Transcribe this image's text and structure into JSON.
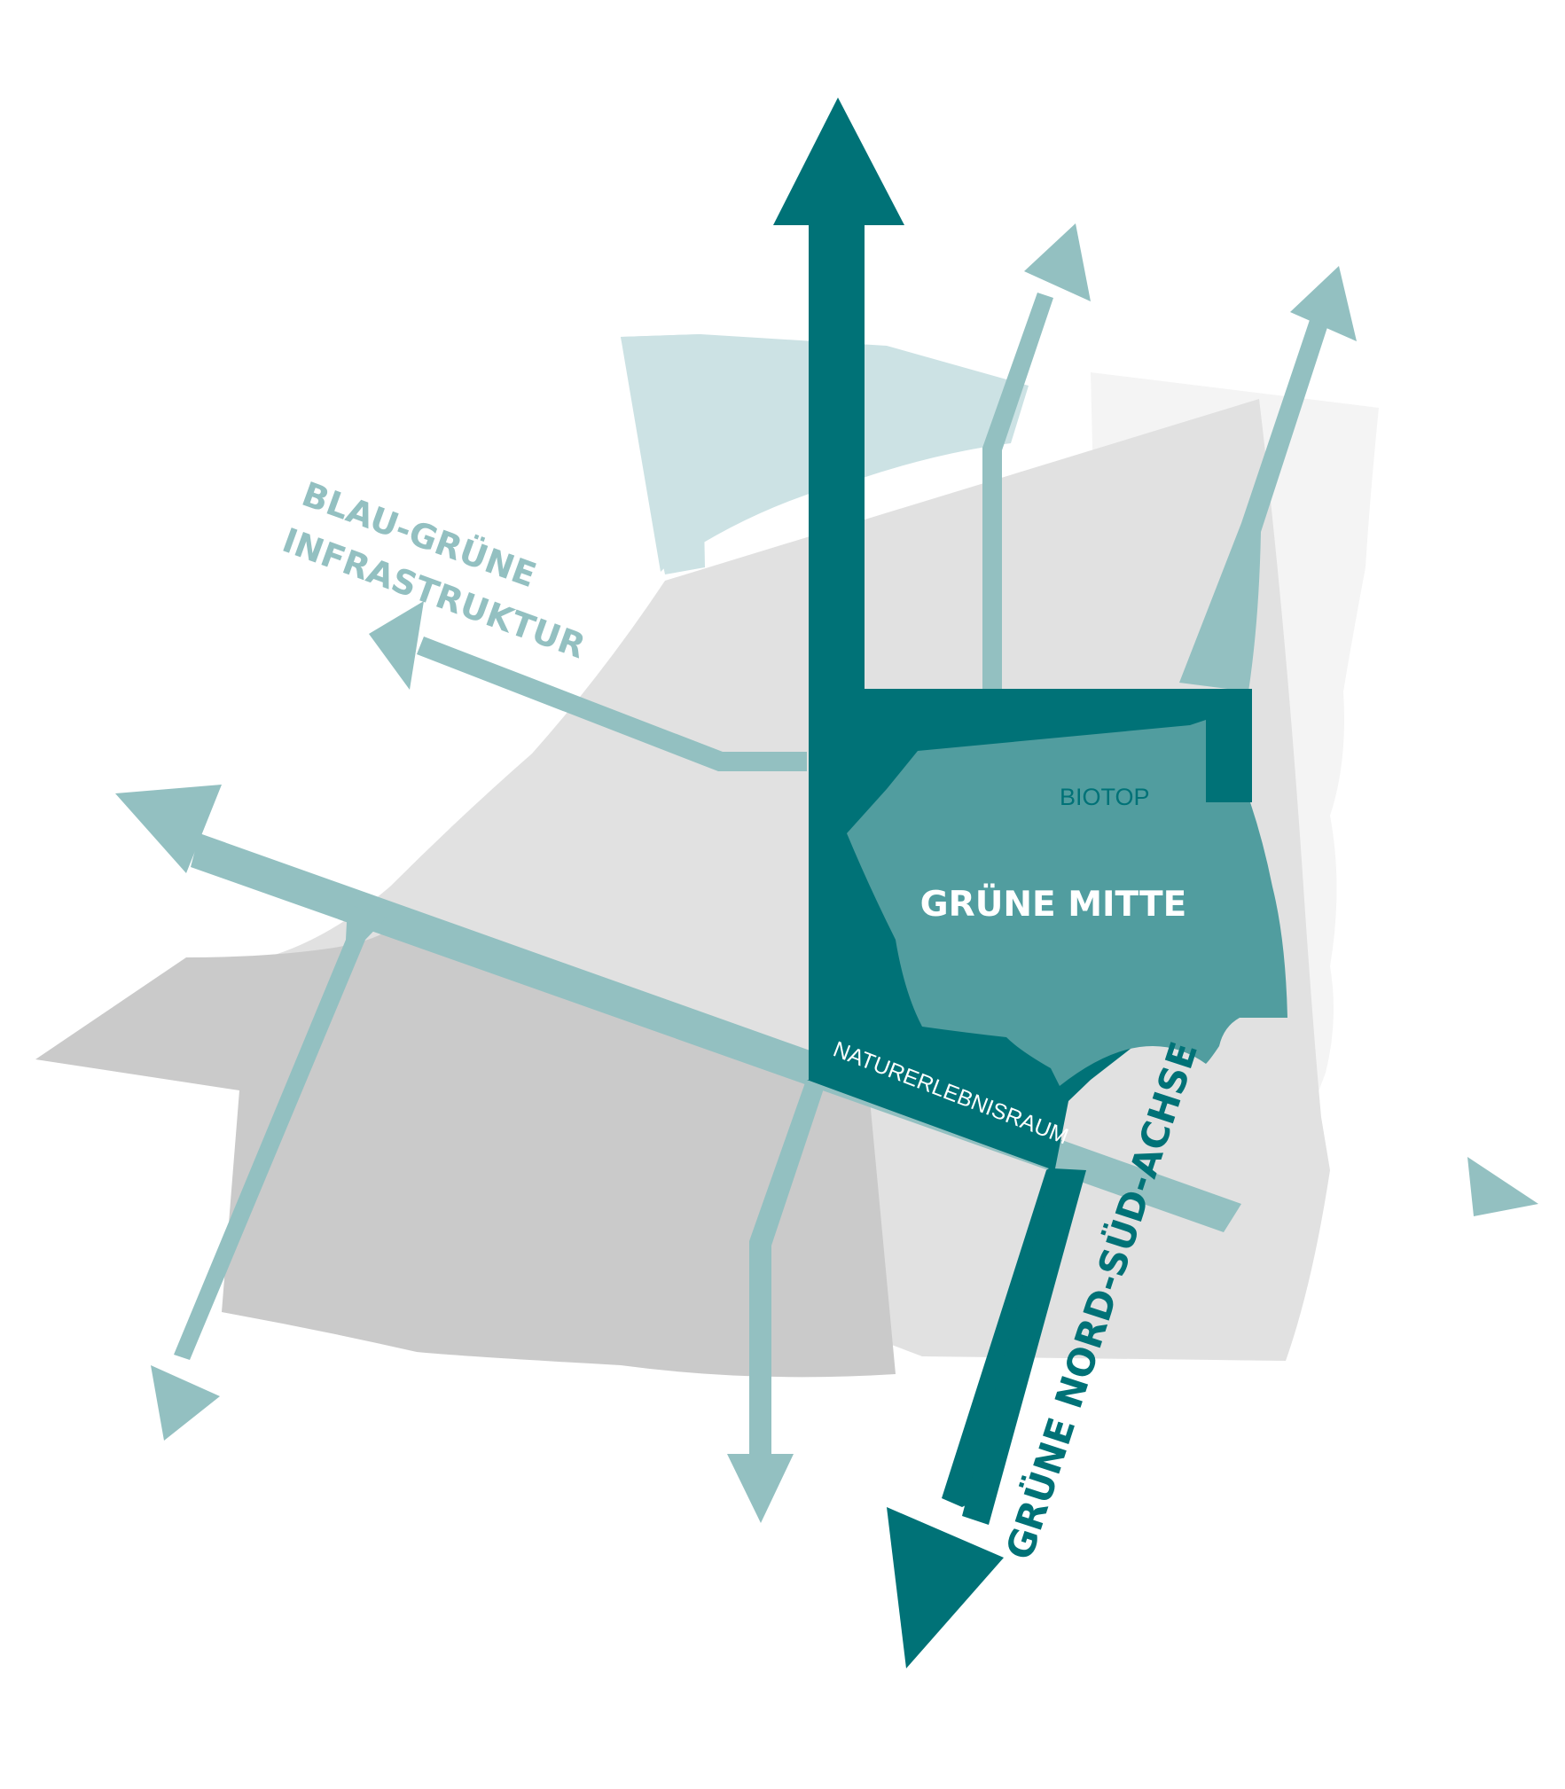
{
  "colors": {
    "background": "#ffffff",
    "area_light": "#f4f4f4",
    "area_mid": "#e1e1e1",
    "area_dark": "#cacaca",
    "water": "#cce2e4",
    "light_teal": "#93c0c1",
    "mid_teal": "#519d9f",
    "dark_teal": "#007277",
    "white_text": "#ffffff"
  },
  "labels": {
    "blau_gruene_line1": "BLAU-GRÜNE",
    "blau_gruene_line2": "INFRASTRUKTUR",
    "biotop": "BIOTOP",
    "gruene_mitte": "GRÜNE MITTE",
    "naturerlebnisraum": "NATURERLEBNISRAUM",
    "gruene_nord_sued_achse": "GRÜNE NORD-SÜD-ACHSE"
  }
}
